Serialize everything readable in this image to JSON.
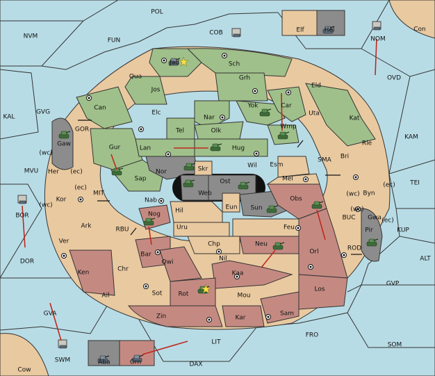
{
  "colors": {
    "sea": "#b8dce6",
    "neutral": "#e9c9a0",
    "green_power": "#9fc08a",
    "red_power": "#c48a82",
    "grey_power": "#8c8c8c",
    "order_arrow": "#c0281c"
  },
  "labels": {
    "pol": "POL",
    "nvm": "NVM",
    "fun": "FUN",
    "cob": "COB",
    "elf": "Elf",
    "hel": "Hel",
    "nom": "NOM",
    "con": "Con",
    "kal": "KAL",
    "gvg": "GVG",
    "ovd": "OVD",
    "kam": "KAM",
    "tei": "TEI",
    "kup": "KUP",
    "alt": "ALT",
    "gvp": "GVP",
    "mvu": "MVU",
    "bor": "BOR",
    "dor": "DOR",
    "gva": "GVA",
    "swm": "SWM",
    "cow": "Cow",
    "aba": "Aba",
    "orn": "Orn",
    "lit": "LIT",
    "dax": "DAX",
    "fro": "FRO",
    "som": "SOM",
    "gor": "GOR",
    "mit": "MIT",
    "rbu": "RBU",
    "buc": "BUC",
    "rod": "ROD",
    "sma": "SMA",
    "jad": "Jad",
    "sch": "Sch",
    "qua": "Qua",
    "jos": "Jos",
    "grh": "Grh",
    "eld": "Eld",
    "can": "Can",
    "elc": "Elc",
    "nar": "Nar",
    "yok": "Yok",
    "car": "Car",
    "uta": "Uta",
    "kat": "Kat",
    "tel": "Tel",
    "olk": "Olk",
    "wmp": "Wmp",
    "gaw": "Gaw",
    "gur": "Gur",
    "lan": "Lan",
    "hug": "Hug",
    "rie": "Rie",
    "bri": "Bri",
    "wil": "Wil",
    "esm": "Esm",
    "nor": "Nor",
    "skr": "Skr",
    "ost": "Ost",
    "web": "Web",
    "mel": "Mel",
    "her": "Her",
    "sap": "Sap",
    "byn": "Byn",
    "kor": "Kor",
    "nab": "Nab",
    "eun": "Eun",
    "sun": "Sun",
    "obs": "Obs",
    "gwa": "Gwa",
    "hil": "Hil",
    "nog": "Nog",
    "ark": "Ark",
    "uru": "Uru",
    "feu": "Feu",
    "pir": "Pir",
    "ver": "Ver",
    "chp": "Chp",
    "neu": "Neu",
    "bar": "Bar",
    "qwi": "Qwi",
    "nil": "Nil",
    "orl": "Orl",
    "ken": "Ken",
    "chr": "Chr",
    "kaa": "Kaa",
    "ail": "Ail",
    "sot": "Sot",
    "rot": "Rot",
    "mou": "Mou",
    "los": "Los",
    "zin": "Zin",
    "kar": "Kar",
    "sam": "Sam",
    "wc1": "(wc)",
    "ec1": "(ec)",
    "ec2": "(ec)",
    "wc2": "(wc)",
    "wc3": "(wc)",
    "ec3": "(ec)",
    "wc4": "(wc)",
    "ec4": "(ec)"
  }
}
